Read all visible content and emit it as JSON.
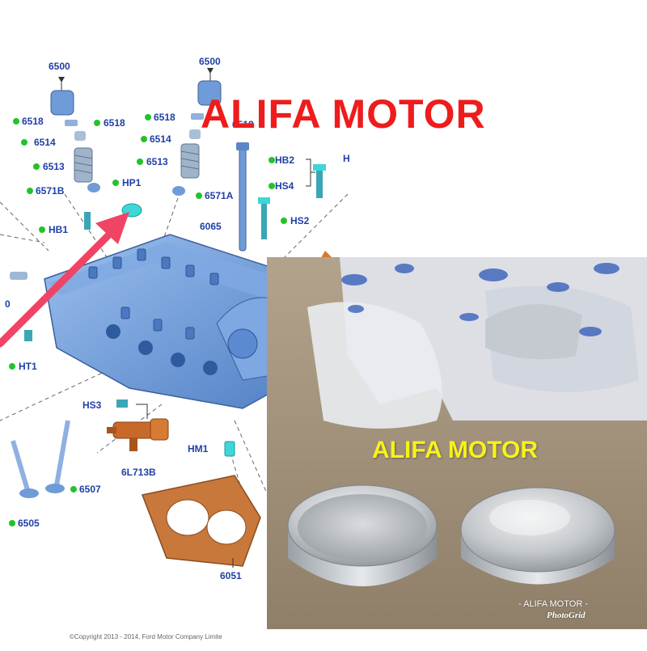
{
  "brand": {
    "banner_text": "ALIFA MOTOR",
    "photo_caption": "ALIFA MOTOR",
    "watermark_text": "- ALIFA MOTOR -",
    "watermark_app": "PhotoGrid",
    "banner_color": "#ee1c1c",
    "caption_color": "#f7f21a"
  },
  "diagram": {
    "copyright": "©Copyright 2013 - 2014, Ford Motor Company Limite",
    "labels": {
      "p6500_left": "6500",
      "p6500_right": "6500",
      "p6518_left_a": "6518",
      "p6518_left_b": "6518",
      "p6518_right_a": "6518",
      "p6518_right_b": "6518",
      "p6514_left": "6514",
      "p6514_right": "6514",
      "p6513_left": "6513",
      "p6513_right": "6513",
      "p6571b": "6571B",
      "p6571a": "6571A",
      "hp1": "HP1",
      "hb1": "HB1",
      "hb2": "HB2",
      "hs4": "HS4",
      "hs2": "HS2",
      "p6065": "6065",
      "ht1": "HT1",
      "hs3": "HS3",
      "p6l713b": "6L713B",
      "hm1": "HM1",
      "p6507": "6507",
      "p6505": "6505",
      "p6051": "6051",
      "edge_h": "H",
      "edge_zero": "0"
    }
  },
  "colors": {
    "part_blue": "#6f9bd8",
    "label_blue": "#1f3fa6",
    "callout_dot": "#22c32a",
    "arrow": "#f04464",
    "gasket": "#c8783a"
  }
}
